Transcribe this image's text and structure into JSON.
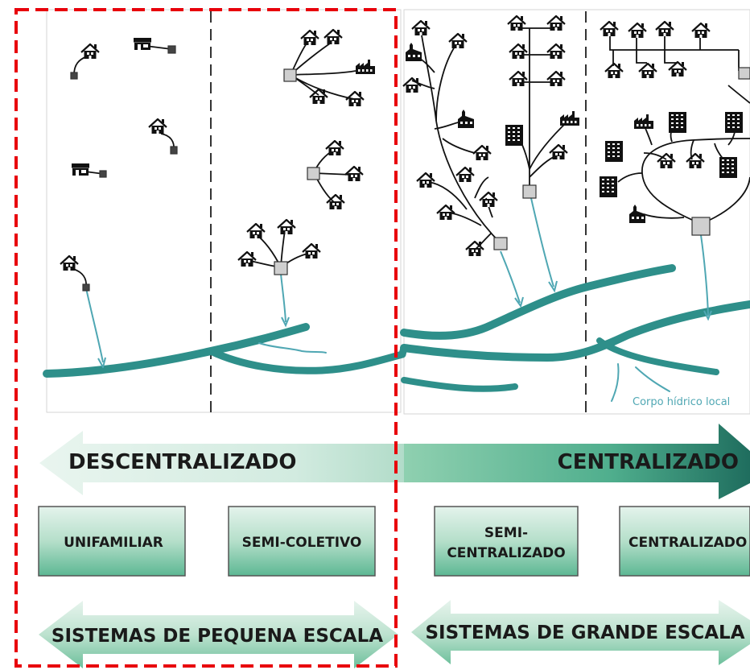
{
  "river_label": "Corpo hídrico local",
  "scale_bar": {
    "left_label": "DESCENTRALIZADO",
    "right_label": "CENTRALIZADO"
  },
  "system_types": [
    {
      "lines": [
        "UNIFAMILIAR"
      ]
    },
    {
      "lines": [
        "SEMI-COLETIVO"
      ]
    },
    {
      "lines": [
        "SEMI-",
        "CENTRALIZADO"
      ]
    },
    {
      "lines": [
        "CENTRALIZADO"
      ]
    }
  ],
  "scale_labels": {
    "small": "SISTEMAS DE PEQUENA ESCALA",
    "large": "SISTEMAS DE GRANDE ESCALA"
  },
  "colors": {
    "river": "#2e8f8a",
    "flow_arrow": "#4fa7b3",
    "highlight": "#e8000b",
    "box_top": "#e2f2ea",
    "box_bottom": "#5fb894"
  }
}
